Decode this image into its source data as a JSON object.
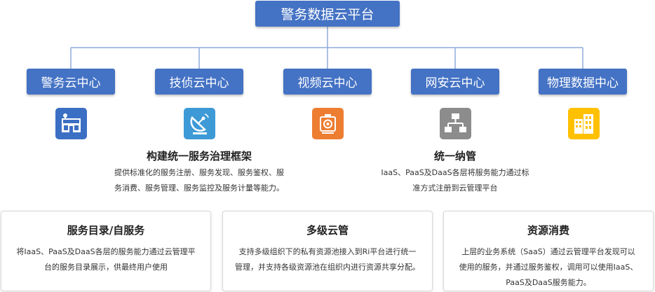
{
  "root": {
    "label": "警务数据云平台"
  },
  "centers": [
    {
      "label": "警务云中心",
      "icon": "police-station-icon",
      "tile_color": "#3b6fc4"
    },
    {
      "label": "技侦云中心",
      "icon": "satellite-dish-icon",
      "tile_color": "#3d9ad6"
    },
    {
      "label": "视频云中心",
      "icon": "camera-icon",
      "tile_color": "#ed7d31"
    },
    {
      "label": "网安云中心",
      "icon": "network-icon",
      "tile_color": "#8c8c8c"
    },
    {
      "label": "物理数据中心",
      "icon": "building-icon",
      "tile_color": "#ffc000"
    }
  ],
  "section_left": {
    "title": "构建统一服务治理框架",
    "desc_lines": [
      "提供标准化的服务注册、服务发现、服务鉴权、服",
      "务消费、服务管理、服务监控及服务计量等能力。"
    ]
  },
  "section_right": {
    "title": "统一纳管",
    "desc_lines": [
      "IaaS、PaaS及DaaS各层将服务能力通过标",
      "准方式注册到云管理平台"
    ]
  },
  "cards": [
    {
      "title": "服务目录/自服务",
      "lines": [
        "将IaaS、PaaS及DaaS各层的服务能力通过云管理平",
        "台的服务目录展示，供最终用户使用"
      ]
    },
    {
      "title": "多级云管",
      "lines": [
        "支持多级组织下的私有资源池接入到Ri平台进行统一",
        "管理，并支持各级资源池在组织内进行资源共享分配。"
      ]
    },
    {
      "title": "资源消费",
      "lines": [
        "上层的业务系统（SaaS）通过云管理平台发现可以",
        "使用的服务，并通过服务鉴权，调用可以使用IaaS、",
        "PaaS及DaaS服务能力。"
      ]
    }
  ],
  "colors": {
    "box": "#4472c4",
    "connector": "#8faadc"
  }
}
